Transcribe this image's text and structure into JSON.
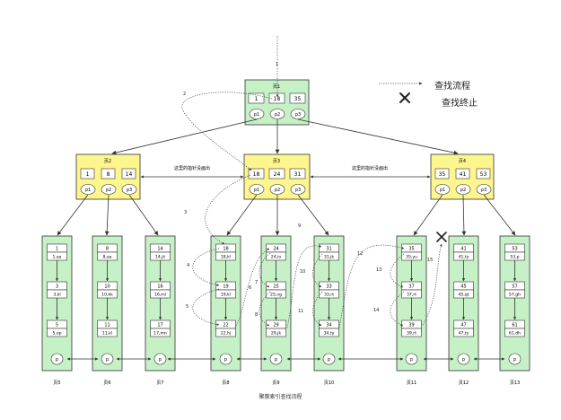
{
  "legend": {
    "search_flow": "查找流程",
    "search_stop": "查找终止"
  },
  "caption": "聚簇索引查找流程",
  "annotations": {
    "left_pointer_note": "这里的指针没画出",
    "right_pointer_note": "这里的指针没画出"
  },
  "root": {
    "label": "页1",
    "keys": [
      "1",
      "18",
      "35"
    ],
    "pointers": [
      "p1",
      "p2",
      "p3"
    ]
  },
  "branches": [
    {
      "label": "页2",
      "keys": [
        "1",
        "8",
        "14"
      ],
      "pointers": [
        "p1",
        "p2",
        "p3"
      ]
    },
    {
      "label": "页3",
      "keys": [
        "18",
        "24",
        "31"
      ],
      "pointers": [
        "p1",
        "p2",
        "p3"
      ]
    },
    {
      "label": "页4",
      "keys": [
        "35",
        "41",
        "53"
      ],
      "pointers": [
        "p1",
        "p2",
        "p3"
      ]
    }
  ],
  "leaves": [
    {
      "label": "页5",
      "records": [
        [
          "1",
          "1,aa"
        ],
        [
          "3",
          "3,kl"
        ],
        [
          "5",
          "5,op"
        ]
      ]
    },
    {
      "label": "页6",
      "records": [
        [
          "8",
          "8,aa"
        ],
        [
          "10",
          "10,kk"
        ],
        [
          "11",
          "11,kl"
        ]
      ]
    },
    {
      "label": "页7",
      "records": [
        [
          "14",
          "14,jk"
        ],
        [
          "16",
          "16,ml"
        ],
        [
          "17",
          "17,mn"
        ]
      ]
    },
    {
      "label": "页8",
      "records": [
        [
          "18",
          "18,kl"
        ],
        [
          "19",
          "19,kl"
        ],
        [
          "22",
          "22,hj"
        ]
      ]
    },
    {
      "label": "页9",
      "records": [
        [
          "24",
          "24,io"
        ],
        [
          "25",
          "25,vg"
        ],
        [
          "29",
          "29,jk"
        ]
      ]
    },
    {
      "label": "页10",
      "records": [
        [
          "31",
          "31,jk"
        ],
        [
          "33",
          "33,rt"
        ],
        [
          "34",
          "34,ty"
        ]
      ]
    },
    {
      "label": "页11",
      "records": [
        [
          "35",
          "35,yu"
        ],
        [
          "37",
          "37,rt"
        ],
        [
          "39",
          "39,rt"
        ]
      ]
    },
    {
      "label": "页12",
      "records": [
        [
          "41",
          "41,ty"
        ],
        [
          "45",
          "45,qt"
        ],
        [
          "47",
          "47,ty"
        ]
      ]
    },
    {
      "label": "页13",
      "records": [
        [
          "53",
          "53,p"
        ],
        [
          "57",
          "57,gh"
        ],
        [
          "61",
          "61,dh"
        ]
      ]
    }
  ],
  "leaf_pointer_label": "p",
  "steps": [
    "1",
    "2",
    "3",
    "4",
    "5",
    "6",
    "7",
    "8",
    "9",
    "10",
    "11",
    "12",
    "13",
    "14",
    "15"
  ],
  "colors": {
    "root_fill": "#c6f0c6",
    "branch_fill": "#fdf58e",
    "leaf_fill": "#c6f0c6",
    "node_stroke": "#333333",
    "key_fill": "#ffffff",
    "arrow": "#333333"
  }
}
